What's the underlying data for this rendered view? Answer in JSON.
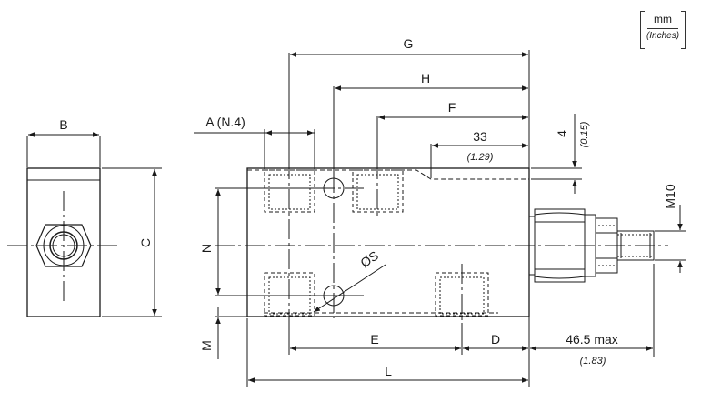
{
  "units": {
    "primary": "mm",
    "secondary": "(Inches)"
  },
  "dimensions": {
    "B": "B",
    "C": "C",
    "A": "A (N.4)",
    "G": "G",
    "H": "H",
    "F": "F",
    "d33": "33",
    "d33_in": "(1.29)",
    "d4": "4",
    "d4_in": "(0.15)",
    "M10": "M10",
    "N": "N",
    "S": "ØS",
    "M": "M",
    "E": "E",
    "D": "D",
    "L": "L",
    "max": "46.5 max",
    "max_in": "(1.83)"
  },
  "colors": {
    "line": "#1a1a1a",
    "center": "#1a1a1a",
    "hidden": "#1a1a1a"
  }
}
